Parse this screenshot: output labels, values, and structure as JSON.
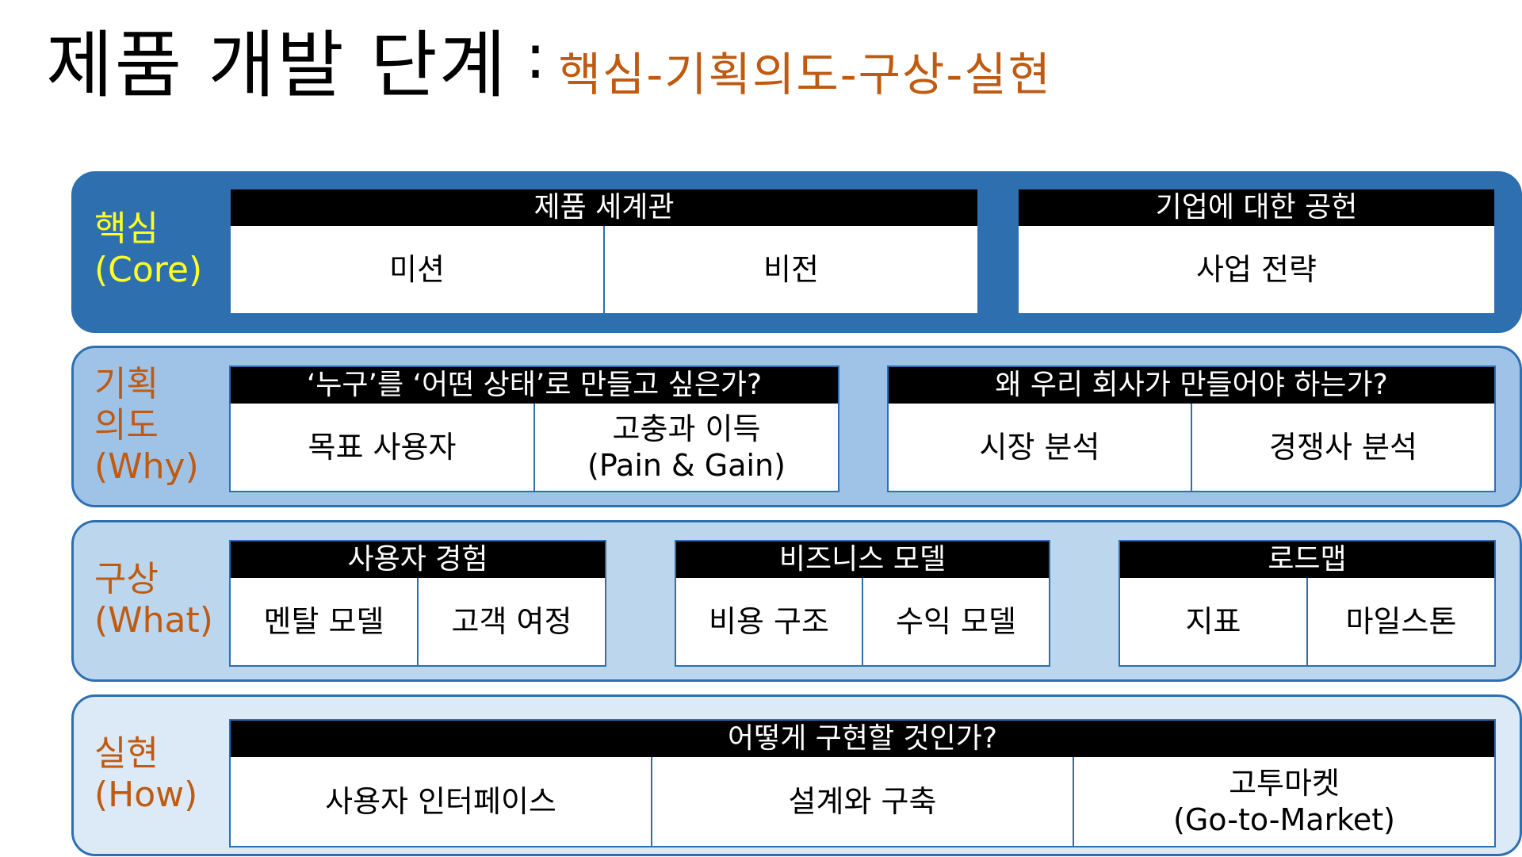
{
  "title": {
    "main": "제품 개발 단계",
    "separator": ":",
    "subtitle": "핵심-기획의도-구상-실현"
  },
  "colors": {
    "core_band": "#2e6fb0",
    "why_band": "#9fc3e7",
    "what_band": "#bcd6ee",
    "how_band": "#dceaf7",
    "accent_orange": "#c05a10",
    "core_label": "#ffff22"
  },
  "bands": {
    "core": {
      "label": "핵심\n(Core)",
      "groups": [
        {
          "header": "제품 세계관",
          "cells": [
            "미션",
            "비전"
          ]
        },
        {
          "header": "기업에 대한 공헌",
          "cells": [
            "사업 전략"
          ]
        }
      ]
    },
    "why": {
      "label": "기획\n의도\n(Why)",
      "groups": [
        {
          "header": "‘누구’를 ‘어떤 상태’로 만들고 싶은가?",
          "cells": [
            "목표 사용자",
            "고충과 이득\n(Pain & Gain)"
          ]
        },
        {
          "header": "왜 우리 회사가 만들어야 하는가?",
          "cells": [
            "시장 분석",
            "경쟁사 분석"
          ]
        }
      ]
    },
    "what": {
      "label": "구상\n(What)",
      "groups": [
        {
          "header": "사용자 경험",
          "cells": [
            "멘탈 모델",
            "고객 여정"
          ]
        },
        {
          "header": "비즈니스 모델",
          "cells": [
            "비용 구조",
            "수익 모델"
          ]
        },
        {
          "header": "로드맵",
          "cells": [
            "지표",
            "마일스톤"
          ]
        }
      ]
    },
    "how": {
      "label": "실현\n(How)",
      "groups": [
        {
          "header": "어떻게 구현할 것인가?",
          "cells": [
            "사용자 인터페이스",
            "설계와 구축",
            "고투마켓\n(Go-to-Market)"
          ]
        }
      ]
    }
  }
}
